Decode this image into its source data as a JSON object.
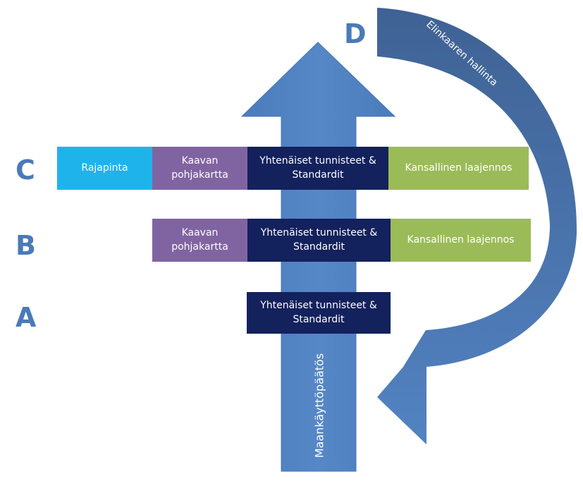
{
  "levels": {
    "a": "A",
    "b": "B",
    "c": "C",
    "d": "D"
  },
  "rows": {
    "c": {
      "rajapinta": "Rajapinta",
      "kaavan_pohjakartta": "Kaavan pohjakartta",
      "yhtenaiset": "Yhtenäiset tunnisteet & Standardit",
      "kansallinen": "Kansallinen laajennos"
    },
    "b": {
      "kaavan_pohjakartta": "Kaavan pohjakartta",
      "yhtenaiset": "Yhtenäiset tunnisteet & Standardit",
      "kansallinen": "Kansallinen laajennos"
    },
    "a": {
      "yhtenaiset": "Yhtenäiset tunnisteet & Standardit"
    }
  },
  "arrow_label": "Maankäyttöpäätös",
  "curve_label": "Elinkaaren hallinta",
  "colors": {
    "arrow": "#4f81bd",
    "curve_dark": "#3f6294",
    "level_text": "#4a7ab8",
    "rajapinta": "#1fb3ec",
    "kaavan_pohjakartta": "#8064a2",
    "yhtenaiset": "#13215d",
    "kansallinen": "#9bbb59"
  }
}
